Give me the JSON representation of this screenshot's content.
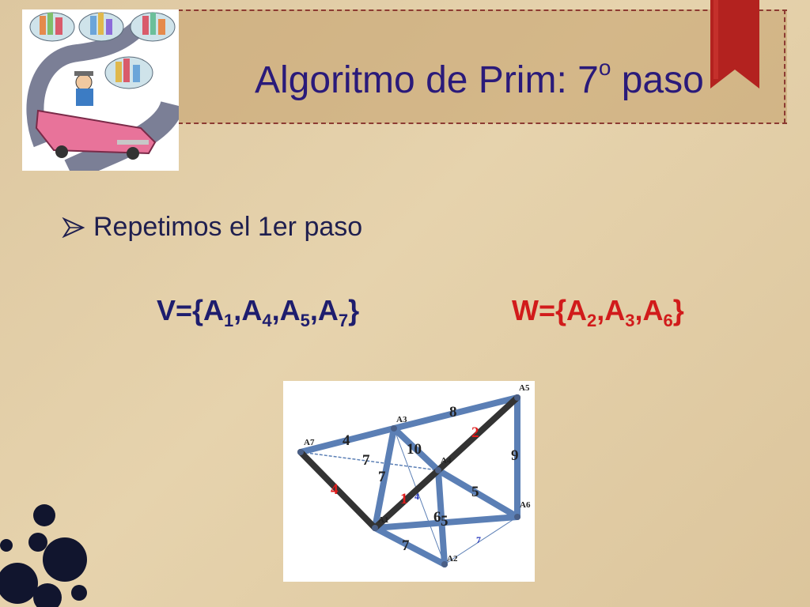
{
  "title": {
    "main": "Algoritmo de Prim: 7",
    "sup": "o",
    "rest": " paso"
  },
  "bullet": {
    "text": "Repetimos el 1er paso"
  },
  "set_v": {
    "prefix": "V={",
    "items": [
      {
        "base": "A",
        "sub": "1"
      },
      {
        "base": "A",
        "sub": "4"
      },
      {
        "base": "A",
        "sub": "5"
      },
      {
        "base": "A",
        "sub": "7"
      }
    ],
    "suffix": "}"
  },
  "set_w": {
    "prefix": "W={",
    "items": [
      {
        "base": "A",
        "sub": "2"
      },
      {
        "base": "A",
        "sub": "3"
      },
      {
        "base": "A",
        "sub": "6"
      }
    ],
    "suffix": "}"
  },
  "graph": {
    "nodes": {
      "A1": "A1",
      "A2": "A2",
      "A3": "A3",
      "A4": "A4",
      "A5": "A5",
      "A6": "A6",
      "A7": "A7"
    },
    "weights": {
      "A7_A3": "4",
      "A3_A5": "8",
      "A4_A5": "2",
      "A5_A6": "9",
      "A7_A4": "7",
      "A1_A3": "7",
      "A3_A4": "10",
      "A7_A1": "4",
      "A1_A4": "1",
      "A4_A2_thin": "4",
      "A4_A6": "5",
      "A2_A4": "6",
      "A1_A6": "5",
      "A1_A2": "7",
      "A2_A6": "7"
    }
  },
  "colors": {
    "title": "#2a1a7a",
    "set_v": "#1e1d6e",
    "set_w": "#d11b1b",
    "edge": "#5b7fb5",
    "selected_edge": "#333333",
    "selected_weight": "#e01b1b",
    "thin_weight": "#2233bb",
    "ribbon": "#b3221f",
    "border_dash": "#8c3a32"
  }
}
